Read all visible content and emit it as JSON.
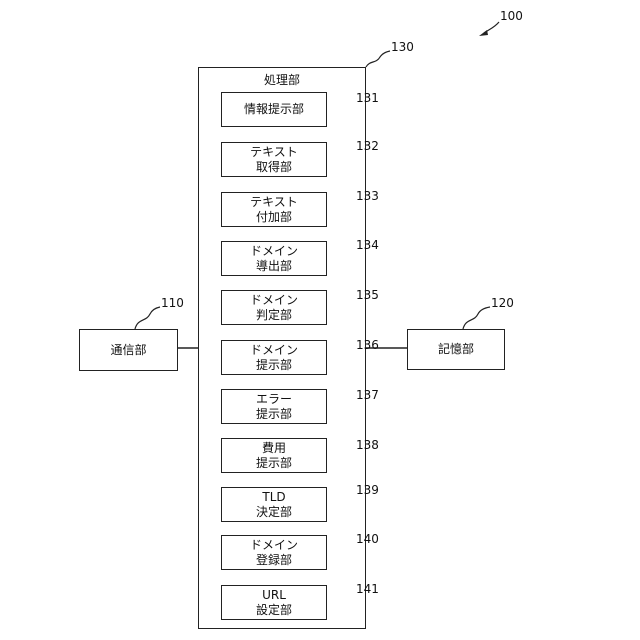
{
  "diagram": {
    "system_ref": "100",
    "communication": {
      "label": "通信部",
      "ref": "110"
    },
    "storage": {
      "label": "記憶部",
      "ref": "120"
    },
    "processing": {
      "label": "処理部",
      "ref": "130",
      "units": [
        {
          "label": "情報提示部",
          "ref": "131"
        },
        {
          "label": "テキスト\n取得部",
          "ref": "132"
        },
        {
          "label": "テキスト\n付加部",
          "ref": "133"
        },
        {
          "label": "ドメイン\n導出部",
          "ref": "134"
        },
        {
          "label": "ドメイン\n判定部",
          "ref": "135"
        },
        {
          "label": "ドメイン\n提示部",
          "ref": "136"
        },
        {
          "label": "エラー\n提示部",
          "ref": "137"
        },
        {
          "label": "費用\n提示部",
          "ref": "138"
        },
        {
          "label": "TLD\n決定部",
          "ref": "139"
        },
        {
          "label": "ドメイン\n登録部",
          "ref": "140"
        },
        {
          "label": "URL\n設定部",
          "ref": "141"
        }
      ]
    }
  }
}
